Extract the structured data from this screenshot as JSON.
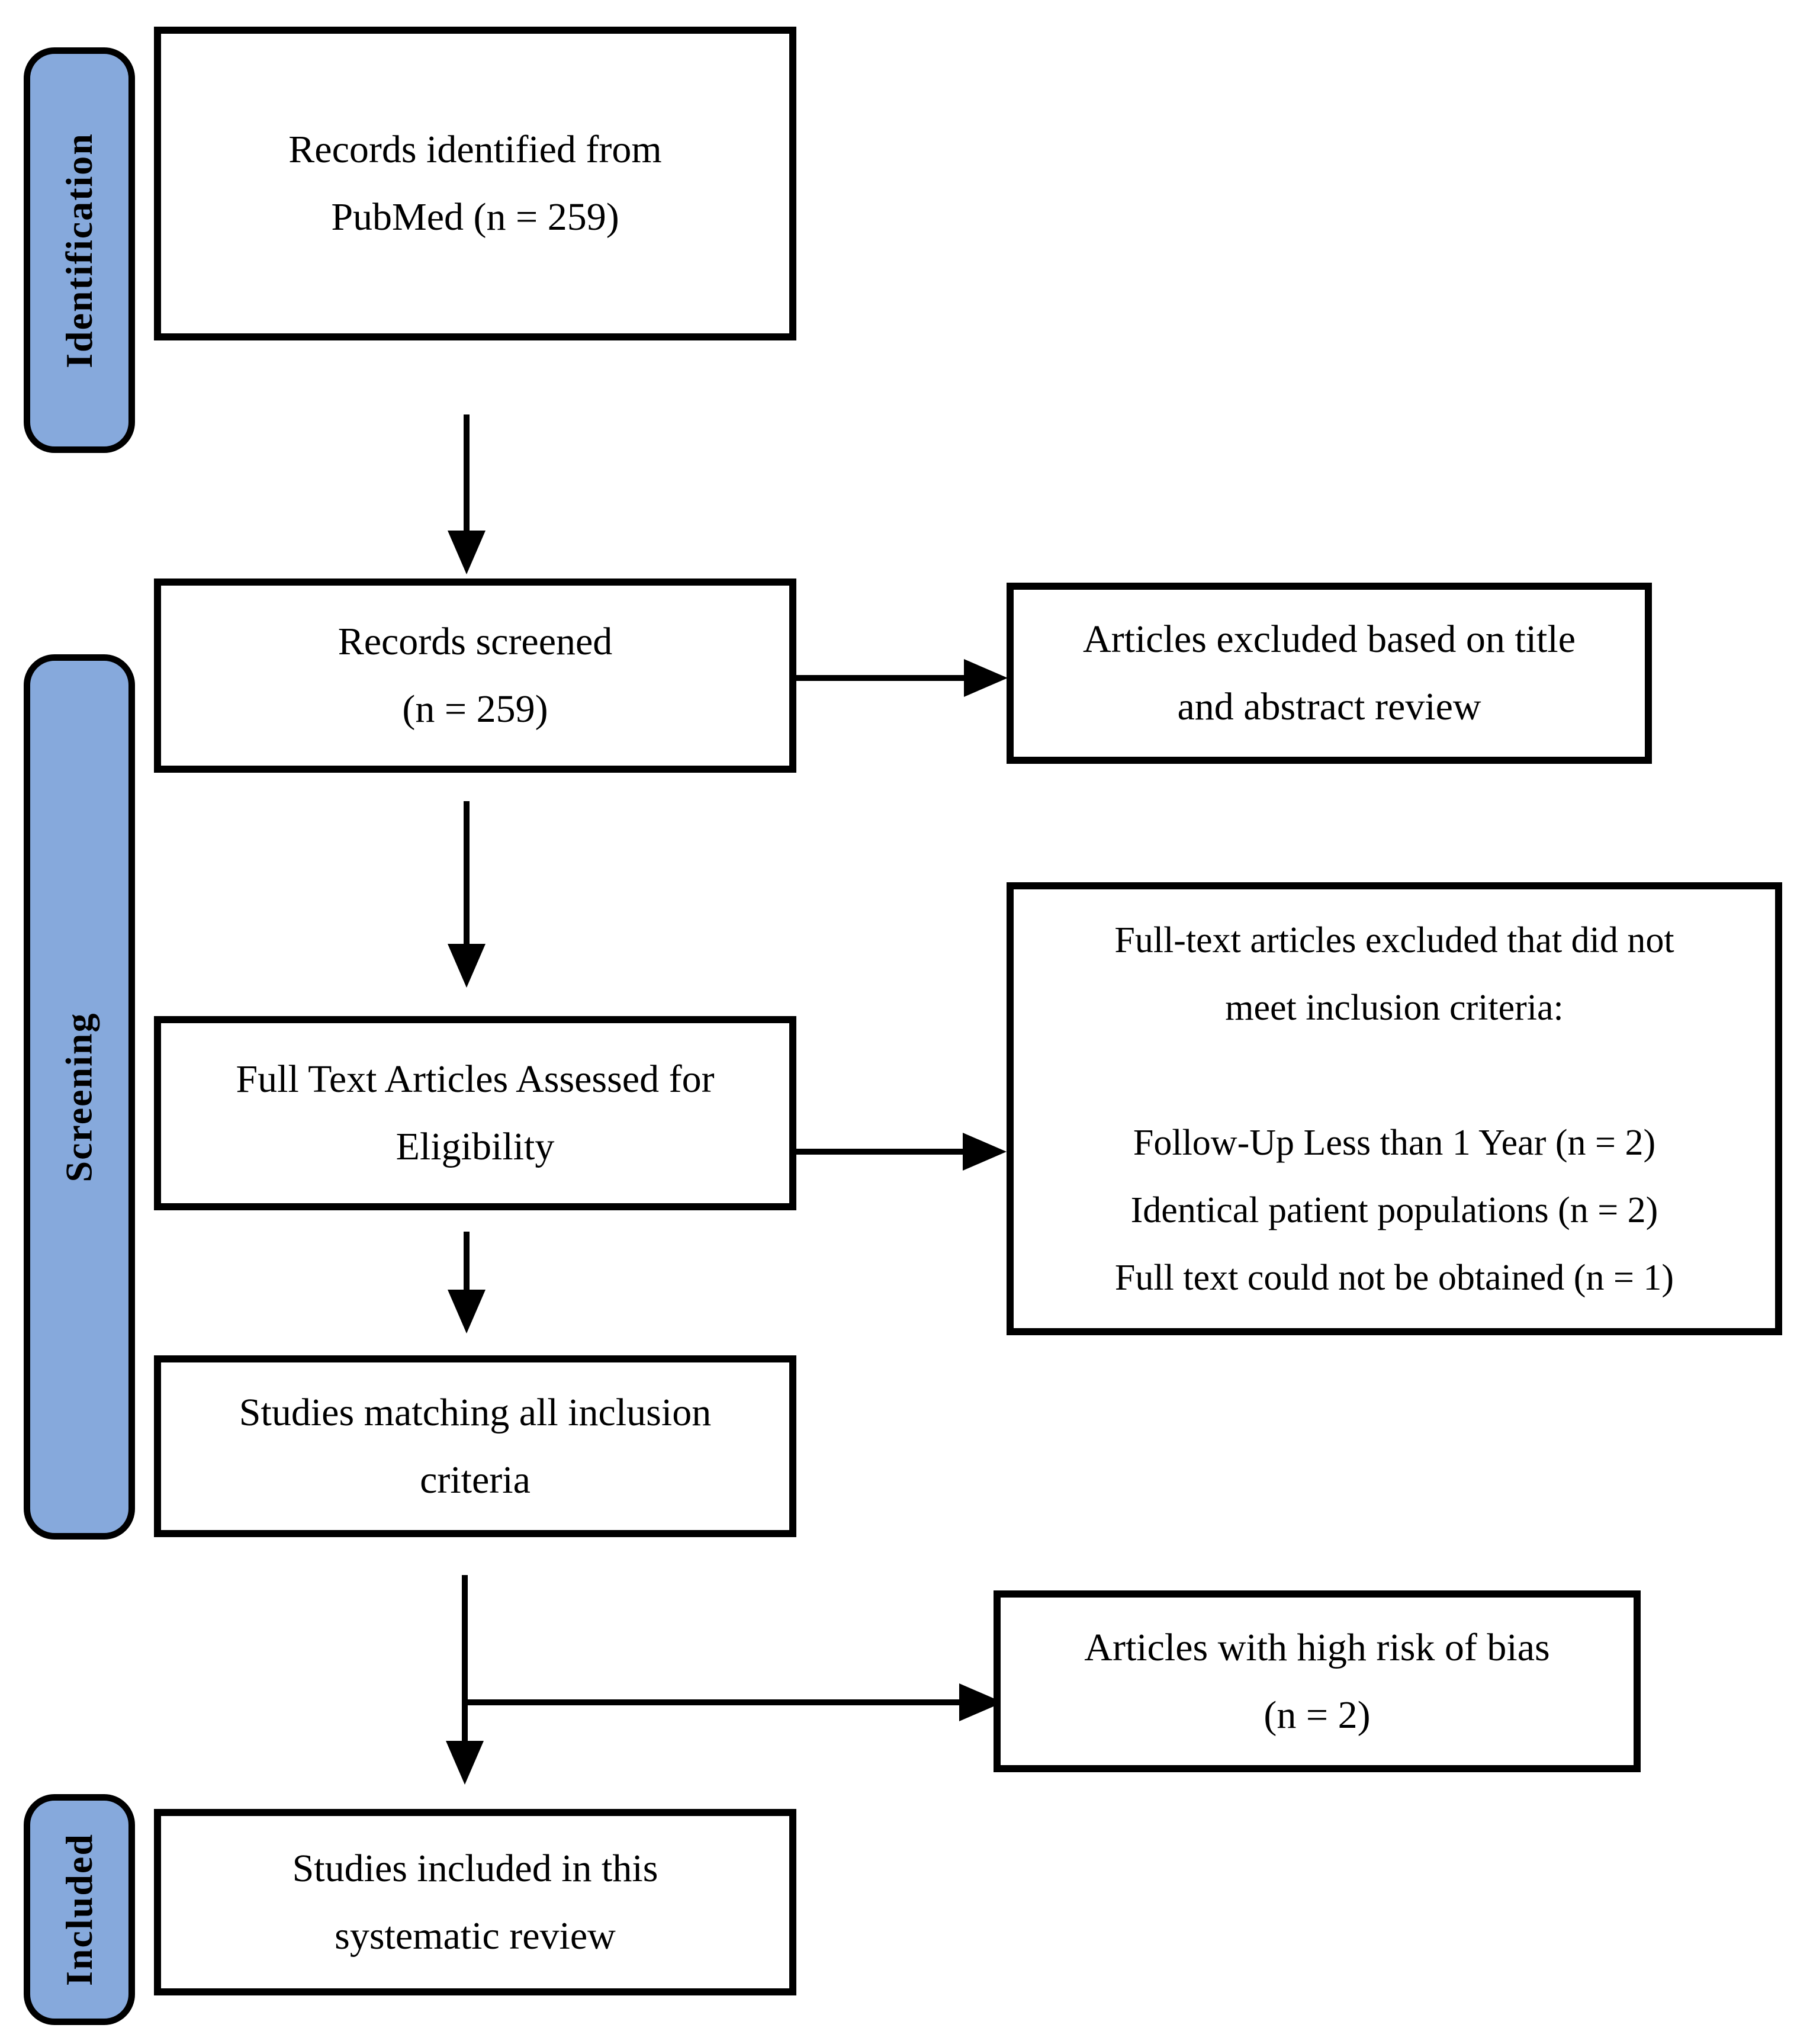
{
  "stages": {
    "identification": "Identification",
    "screening": "Screening",
    "included": "Included"
  },
  "flow": {
    "records_identified": {
      "lines": [
        "Records identified from",
        "PubMed (n = 259)"
      ]
    },
    "records_screened": {
      "lines": [
        "Records screened",
        "(n = 259)"
      ]
    },
    "full_text_assessed": {
      "lines": [
        "Full Text Articles Assessed for",
        "Eligibility"
      ]
    },
    "studies_matching": {
      "lines": [
        "Studies matching all inclusion",
        "criteria"
      ]
    },
    "studies_included": {
      "lines": [
        "Studies included in this",
        "systematic review"
      ]
    }
  },
  "exclusions": {
    "title_abstract": {
      "lines": [
        "Articles excluded based on title",
        "and abstract review"
      ]
    },
    "full_text_excluded": {
      "heading_lines": [
        "Full-text articles excluded that did not",
        "meet inclusion criteria:"
      ],
      "reasons": [
        "Follow-Up Less than 1 Year (n = 2)",
        "Identical patient populations (n = 2)",
        "Full text could not be obtained (n = 1)"
      ]
    },
    "high_risk_bias": {
      "lines": [
        "Articles with high risk of bias",
        "(n = 2)"
      ]
    }
  },
  "colors": {
    "stage_label_fill": "#86A9DC",
    "outline": "#000000",
    "box_fill": "#FFFFFF"
  }
}
